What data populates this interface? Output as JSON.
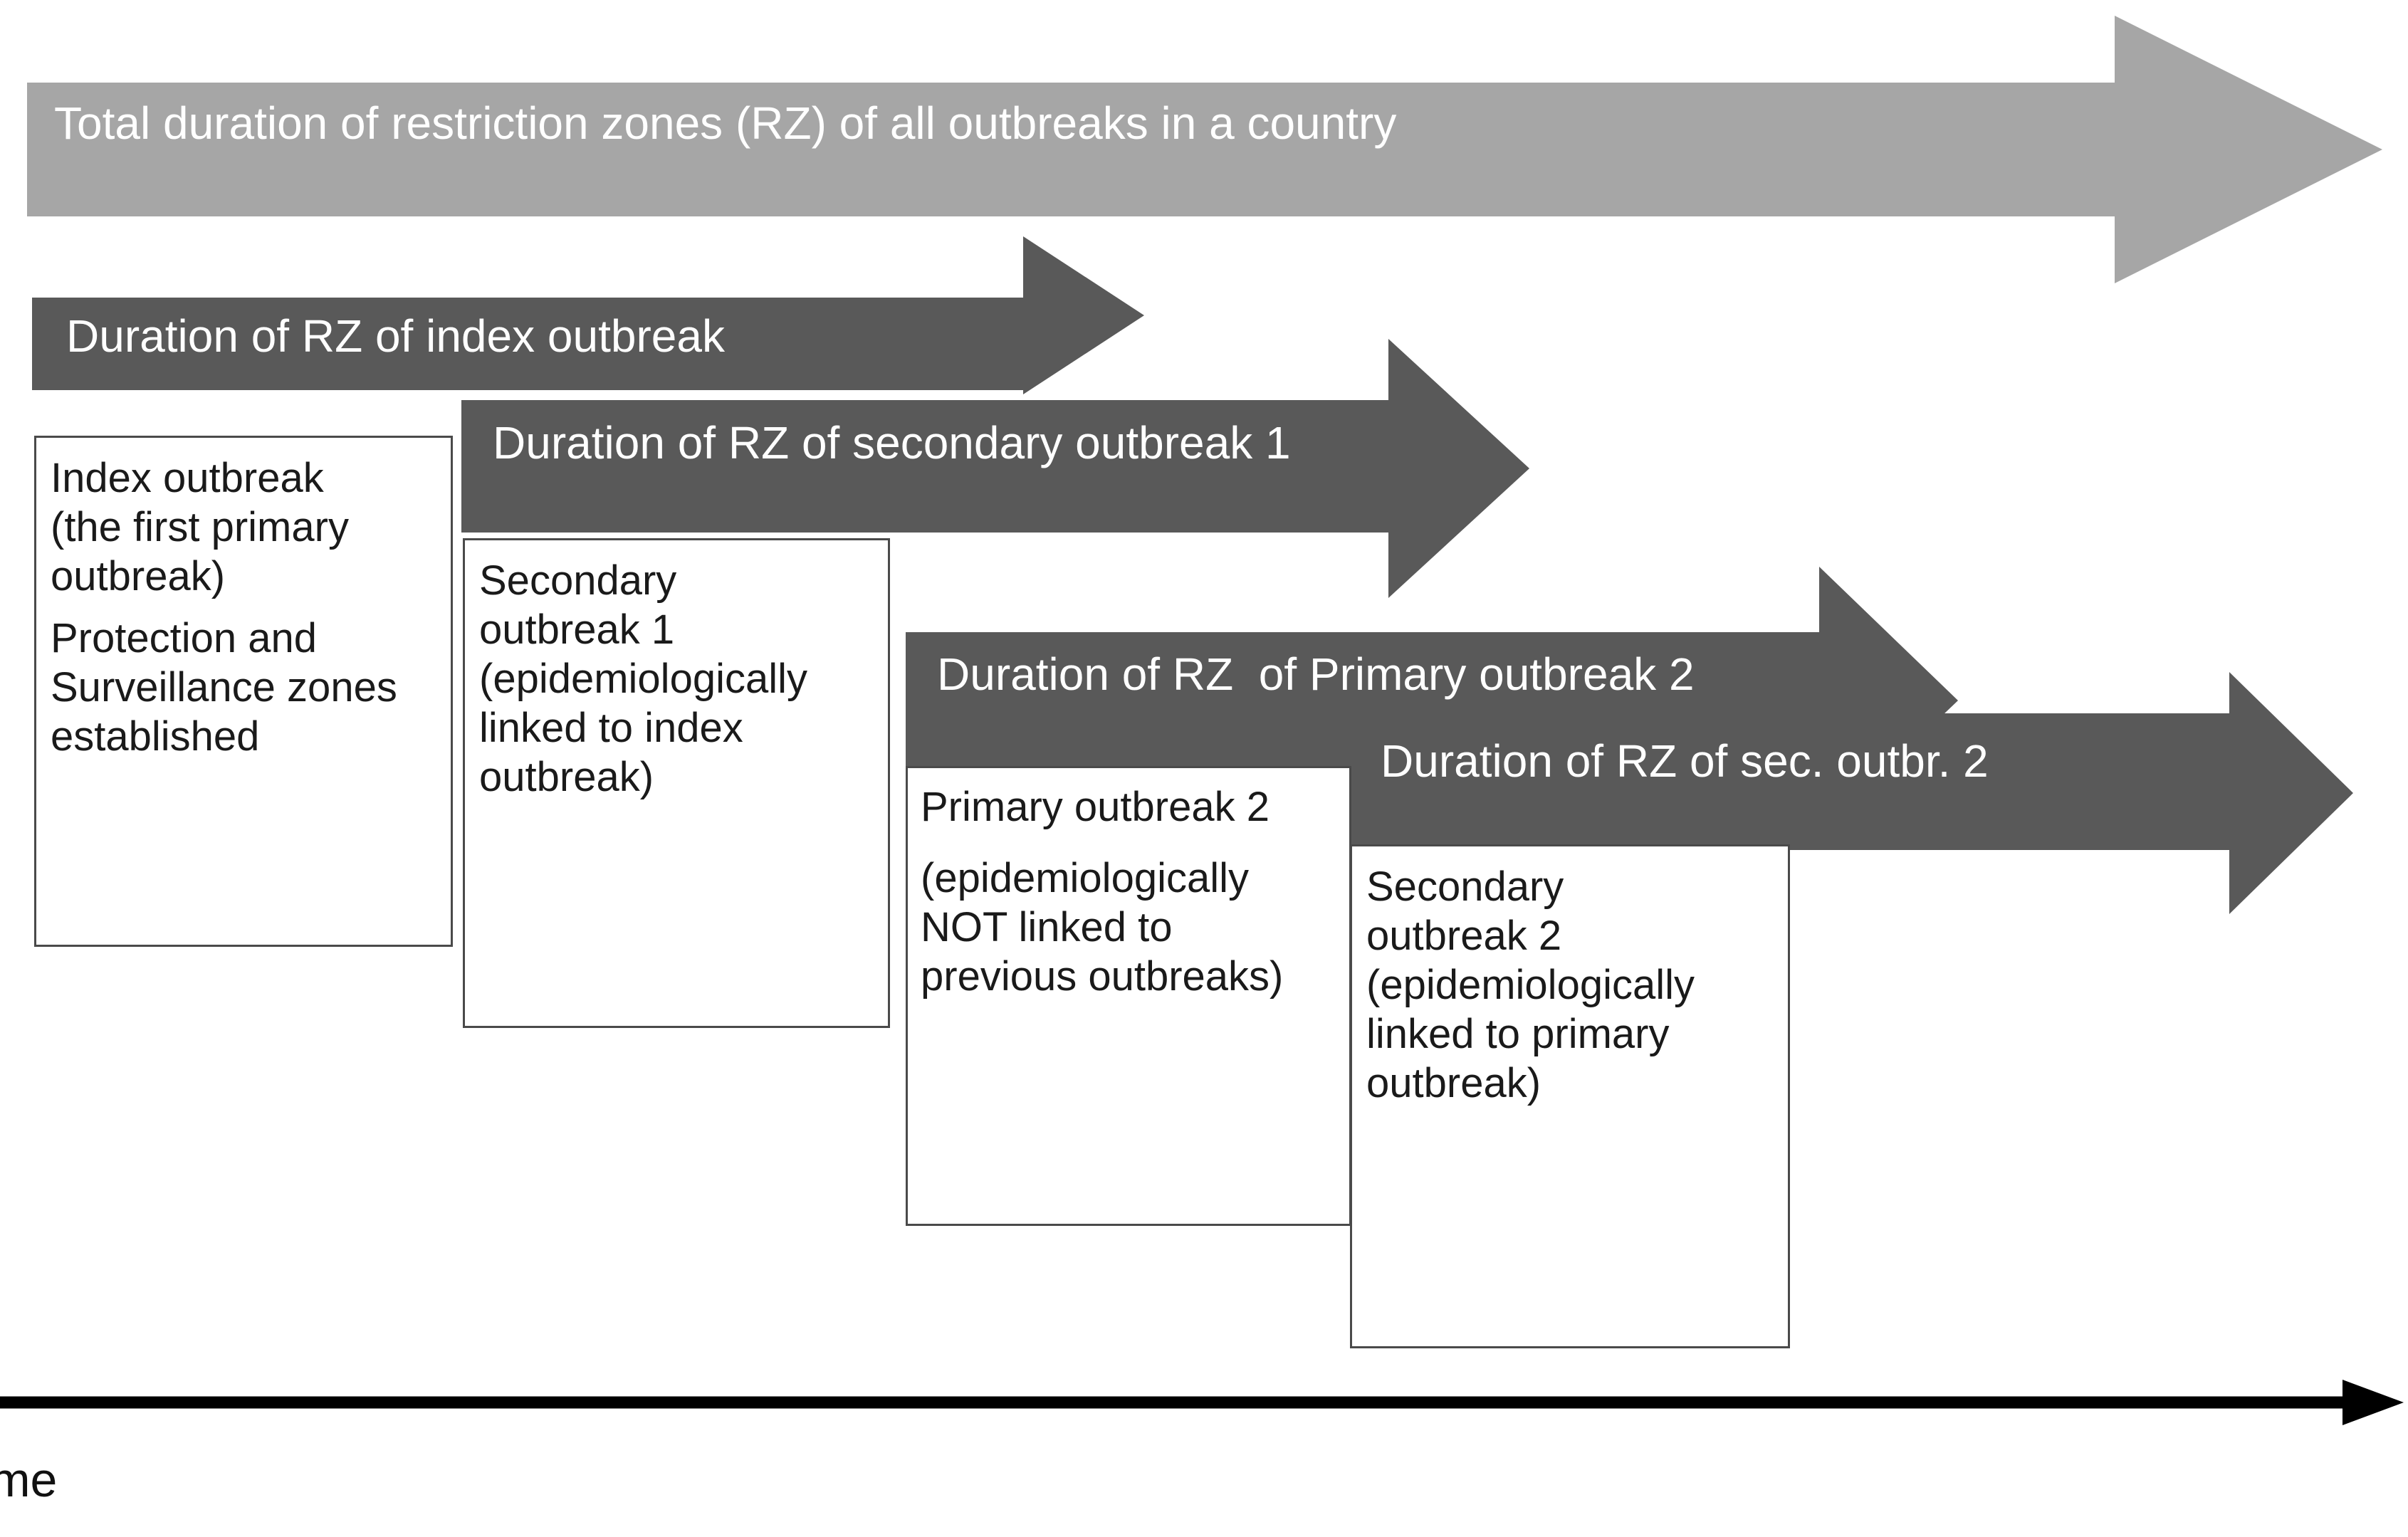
{
  "figure": {
    "kind": "timeline-diagram",
    "colors": {
      "arrow_total": "#A6A6A6",
      "arrow_outbreak": "#595959",
      "box_fill": "#FFFFFF",
      "box_border": "#4A4A4A",
      "arrow_label_text": "#FFFFFF",
      "box_text": "#1A1A1A",
      "axis": "#000000",
      "background": "#FFFFFF"
    }
  },
  "arrows": [
    {
      "id": "total-duration",
      "label": "Total duration of restriction zones (RZ) of all outbreaks in a country",
      "tone": "light"
    },
    {
      "id": "index-outbreak",
      "label": "Duration of RZ of index outbreak",
      "tone": "dark"
    },
    {
      "id": "secondary-outbreak-1",
      "label": "Duration of RZ of secondary outbreak 1",
      "tone": "dark"
    },
    {
      "id": "primary-outbreak-2",
      "label": "Duration of RZ  of Primary outbreak 2",
      "tone": "dark"
    },
    {
      "id": "secondary-outbreak-2",
      "label": "Duration of RZ of sec. outbr. 2",
      "tone": "dark"
    }
  ],
  "boxes": [
    {
      "id": "index-outbreak-box",
      "paragraph1": "Index outbreak\n(the first primary\noutbreak)",
      "paragraph2": "Protection and\nSurveillance zones\nestablished"
    },
    {
      "id": "secondary-outbreak-1-box",
      "paragraph1": "Secondary\noutbreak 1\n(epidemiologically\nlinked to index\noutbreak)",
      "paragraph2": ""
    },
    {
      "id": "primary-outbreak-2-box",
      "paragraph1": "Primary outbreak 2",
      "paragraph2": "(epidemiologically\nNOT linked to\nprevious outbreaks)"
    },
    {
      "id": "secondary-outbreak-2-box",
      "paragraph1": "Secondary\noutbreak 2\n(epidemiologically\nlinked to primary\noutbreak)",
      "paragraph2": ""
    }
  ],
  "axis": {
    "label": "Time",
    "direction": "left-to-right",
    "arrowhead": "right"
  }
}
